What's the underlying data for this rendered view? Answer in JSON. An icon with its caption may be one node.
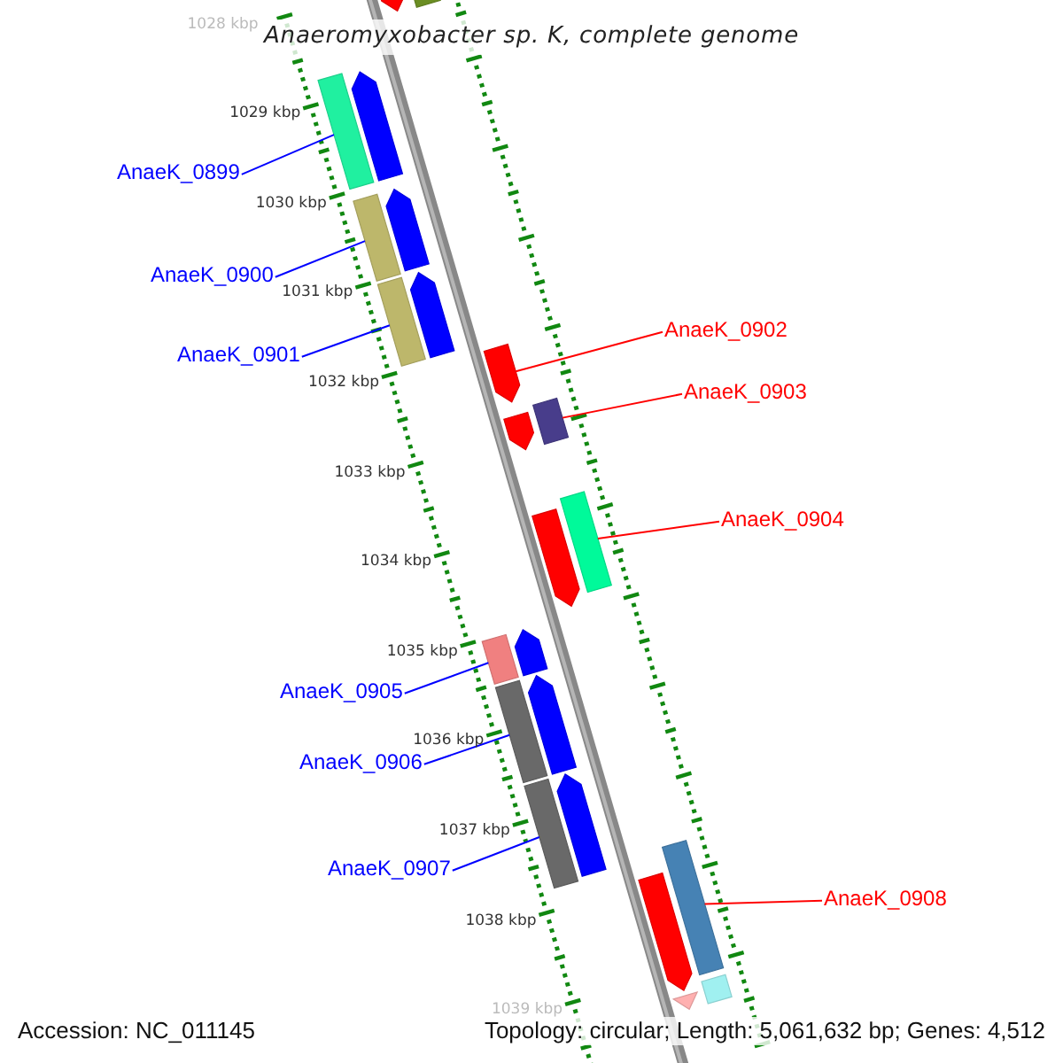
{
  "diagram": {
    "title": "Anaeromyxobacter sp. K, complete genome",
    "nodes": [
      {
        "text": [
          "AnaeK_0899"
        ]
      },
      {
        "text": [
          "AnaeK_0900"
        ]
      },
      {
        "text": [
          "AnaeK_0901"
        ]
      },
      {
        "text": [
          "AnaeK_0902"
        ]
      },
      {
        "text": [
          "AnaeK_0903"
        ]
      },
      {
        "text": [
          "AnaeK_0904"
        ]
      },
      {
        "text": [
          "AnaeK_0905"
        ]
      },
      {
        "text": [
          "AnaeK_0906"
        ]
      },
      {
        "text": [
          "AnaeK_0907"
        ]
      },
      {
        "text": [
          "AnaeK_0908"
        ]
      },
      {
        "text": [],
        "shape": "arrow"
      },
      {
        "text": [],
        "shape": "bar"
      },
      {
        "text": [],
        "shape": "bar"
      },
      {
        "text": [],
        "shape": "arrow"
      },
      {
        "text": [],
        "shape": "bar"
      },
      {
        "text": [],
        "shape": "arrow"
      },
      {
        "text": [],
        "shape": "bar"
      },
      {
        "text": [],
        "shape": "arrow"
      },
      {
        "text": [],
        "shape": "arrow"
      },
      {
        "text": [],
        "shape": "bar"
      },
      {
        "text": [],
        "shape": "arrow"
      },
      {
        "text": [],
        "shape": "bar"
      },
      {
        "text": [],
        "shape": "arrow"
      },
      {
        "text": [],
        "shape": "bar"
      },
      {
        "text": [],
        "shape": "arrow"
      },
      {
        "text": [],
        "shape": "bar"
      },
      {
        "text": [],
        "shape": "arrow"
      },
      {
        "text": [],
        "shape": "bar"
      },
      {
        "text": [],
        "shape": "arrow"
      },
      {
        "text": [],
        "shape": "bar"
      },
      {
        "text": [],
        "shape": "arrow"
      },
      {
        "text": [],
        "shape": "arrow"
      },
      {
        "text": [],
        "shape": "bar"
      }
    ],
    "edges": [
      {
        "from": 0,
        "to": 12,
        "arrow": "none"
      },
      {
        "from": 1,
        "to": 14,
        "arrow": "none"
      },
      {
        "from": 2,
        "to": 16,
        "arrow": "none"
      },
      {
        "from": 3,
        "to": 18,
        "arrow": "none",
        "color": "#ff0000"
      },
      {
        "from": 4,
        "to": 19,
        "arrow": "none",
        "color": "#ff0000"
      },
      {
        "from": 5,
        "to": 21,
        "arrow": "none",
        "color": "#ff0000"
      },
      {
        "from": 6,
        "to": 23,
        "arrow": "none"
      },
      {
        "from": 7,
        "to": 25,
        "arrow": "none"
      },
      {
        "from": 8,
        "to": 27,
        "arrow": "none"
      },
      {
        "from": 9,
        "to": 29,
        "arrow": "none",
        "color": "#ff0000"
      }
    ],
    "labels": [
      "1028 kbp",
      "1029 kbp",
      "1030 kbp",
      "1031 kbp",
      "1032 kbp",
      "1033 kbp",
      "1034 kbp",
      "1035 kbp",
      "1036 kbp",
      "1037 kbp",
      "1038 kbp",
      "1039 kbp",
      "Accession: NC_011145",
      "Topology: circular; Length: 5,061,632 bp; Genes: 4,512"
    ]
  }
}
